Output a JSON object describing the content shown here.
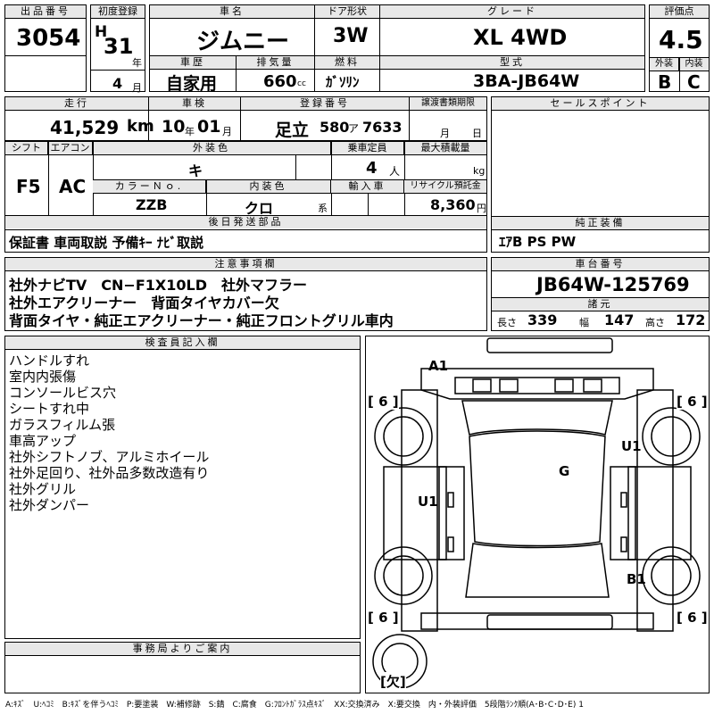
{
  "header_labels": {
    "lot_no": "出品番号",
    "first_reg": "初度登録",
    "car_name": "車名",
    "door": "ドア形状",
    "grade": "グレード",
    "score": "評価点",
    "history": "車歴",
    "displacement": "排気量",
    "fuel": "燃料",
    "model": "型式",
    "exterior": "外装",
    "interior": "内装"
  },
  "lot_no": "3054",
  "first_reg": {
    "era": "H",
    "year": "31",
    "year_unit": "年",
    "month": "4",
    "month_unit": "月"
  },
  "car_name": "ジムニー",
  "door": "3W",
  "grade": "XL 4WD",
  "score": "4.5",
  "history": "自家用",
  "displacement": {
    "value": "660",
    "unit": "cc"
  },
  "fuel": "ｶﾞｿﾘﾝ",
  "model": "3BA-JB64W",
  "exterior_grade": "B",
  "interior_grade": "C",
  "row2_labels": {
    "mileage": "走行",
    "inspection": "車検",
    "plate": "登録番号",
    "transfer": "譲渡書類期限",
    "sales": "セールスポイント"
  },
  "mileage": {
    "value": "41,529",
    "unit": "km"
  },
  "inspection": {
    "year": "10",
    "year_unit": "年",
    "month": "01",
    "month_unit": "月"
  },
  "plate": {
    "region": "足立",
    "class": "580",
    "kana": "ア",
    "number": "7633"
  },
  "transfer": {
    "month_unit": "月",
    "day_unit": "日"
  },
  "row3_labels": {
    "shift": "シフト",
    "aircon": "エアコン",
    "ext_color": "外装色",
    "capacity": "乗車定員",
    "max_load": "最大積載量",
    "color_no": "カラーＮｏ.",
    "int_color": "内装色",
    "import": "輸入車",
    "recycle": "リサイクル預託金"
  },
  "shift": "F5",
  "aircon": "AC",
  "ext_color": "キ",
  "capacity": {
    "value": "4",
    "unit": "人"
  },
  "max_load_unit": "kg",
  "color_no": "ZZB",
  "int_color": {
    "value": "クロ",
    "unit": "系"
  },
  "recycle": {
    "value": "8,360",
    "unit": "円"
  },
  "later_parts": {
    "label": "後日発送部品",
    "text": "保証書 車両取説 予備ｷｰ ﾅﾋﾞ取説"
  },
  "genuine_equipment": {
    "label": "純正装備",
    "text": "ｴｱB PS PW"
  },
  "caution": {
    "label": "注意事項欄",
    "lines": [
      "社外ナビTV　CN−F1X10LD　社外マフラー",
      "社外エアクリーナー　背面タイヤカバー欠",
      "背面タイヤ・純正エアクリーナー・純正フロントグリル車内"
    ]
  },
  "chassis": {
    "label": "車台番号",
    "value": "JB64W-125769"
  },
  "specs": {
    "label": "諸元",
    "length_label": "長さ",
    "length": "339",
    "width_label": "幅",
    "width": "147",
    "height_label": "高さ",
    "height": "172"
  },
  "inspector_notes": {
    "label": "検査員記入欄",
    "lines": [
      "ハンドルすれ",
      "室内内張傷",
      "コンソールビス穴",
      "シートすれ中",
      "ガラスフィルム張",
      "車高アップ",
      "社外シフトノブ、アルミホイール",
      "社外足回り、社外品多数改造有り",
      "社外グリル",
      "社外ダンパー"
    ]
  },
  "office_notes": {
    "label": "事務局よりご案内"
  },
  "diagram": {
    "marks": {
      "a1": "A1",
      "u1_right": "U1",
      "u1_left": "U1",
      "g": "G",
      "b1": "B1"
    },
    "tire_tl": "[ 6 ]",
    "tire_tr": "[ 6 ]",
    "tire_bl": "[ 6 ]",
    "tire_br": "[ 6 ]",
    "spare": "[欠]"
  },
  "legend": "A:ｷｽﾞ　U:ﾍｺﾐ　B:ｷｽﾞを伴うﾍｺﾐ　P:要塗装　W:補修跡　S:錆　C:腐食　G:ﾌﾛﾝﾄｶﾞﾗｽ点ｷｽﾞ　XX:交換済み　X:要交換　内・外装評価　5段階ﾗﾝｸ順(A･B･C･D･E) 1"
}
